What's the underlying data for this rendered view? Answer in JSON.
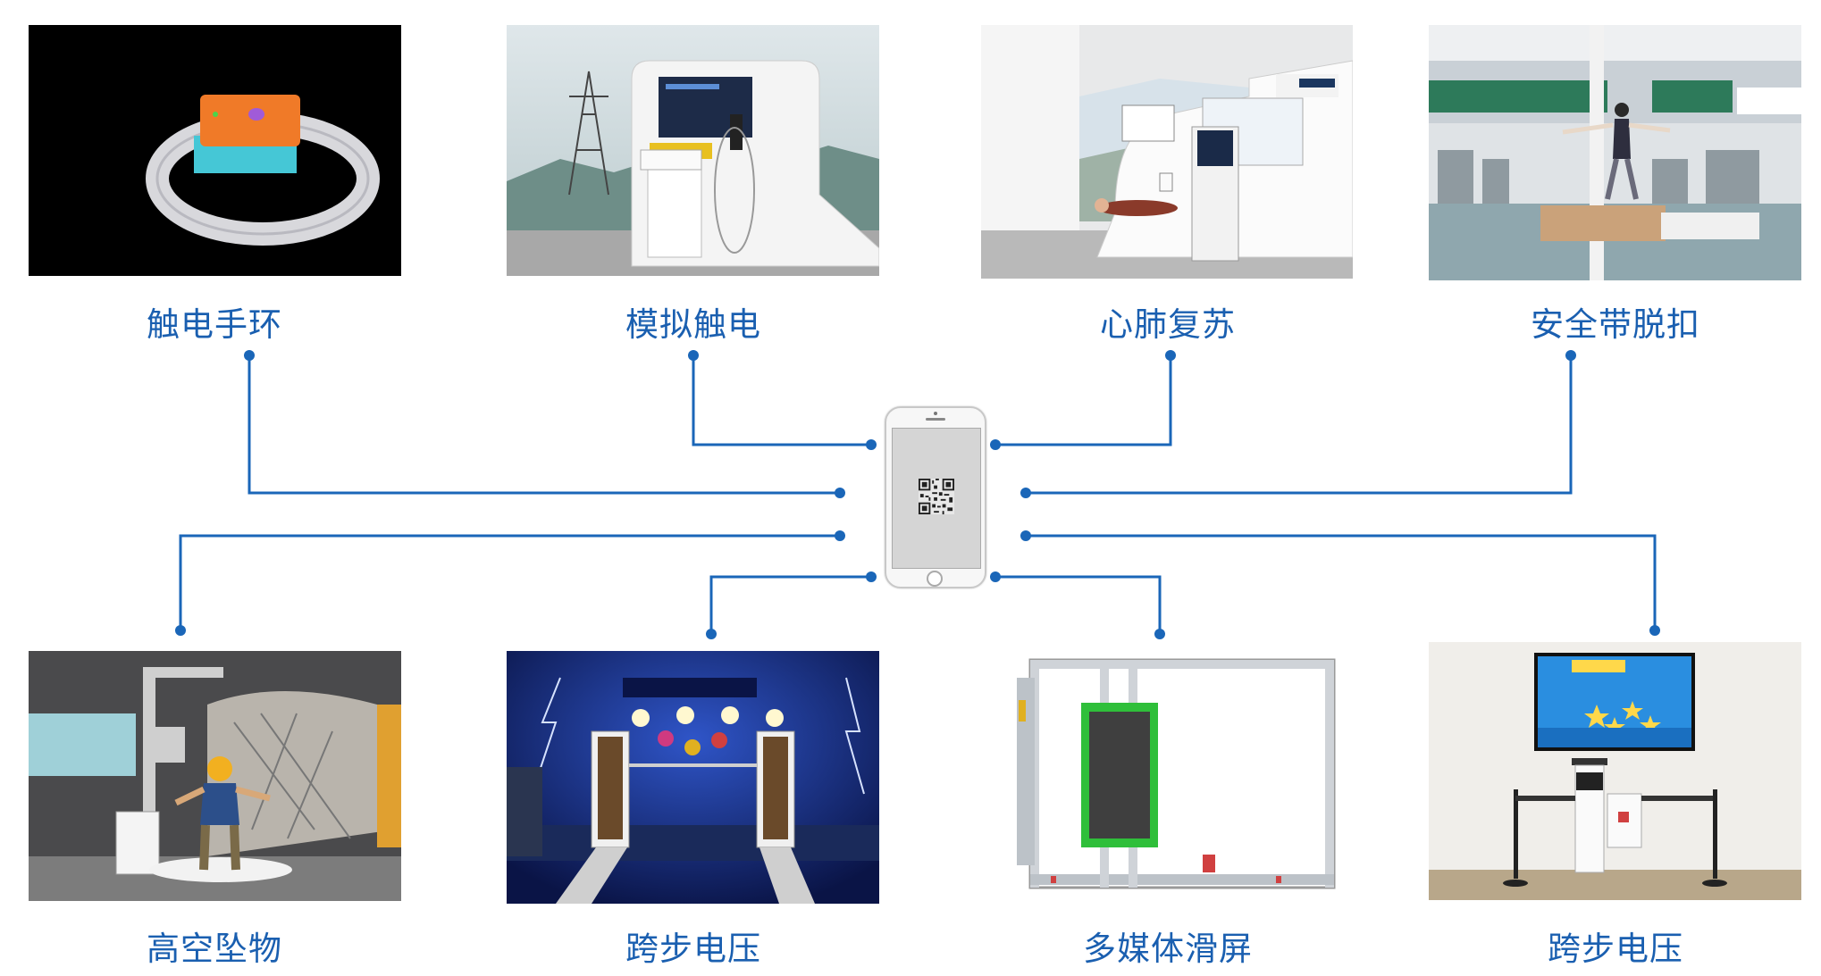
{
  "hub": {
    "name": "mobile-phone-qr-hub"
  },
  "colors": {
    "accent": "#1a66b8",
    "label": "#1a5fb0"
  },
  "modules_top": [
    {
      "label": "触电手环"
    },
    {
      "label": "模拟触电"
    },
    {
      "label": "心肺复苏"
    },
    {
      "label": "安全带脱扣"
    }
  ],
  "modules_bottom": [
    {
      "label": "高空坠物"
    },
    {
      "label": "跨步电压"
    },
    {
      "label": "多媒体滑屏"
    },
    {
      "label": "跨步电压"
    }
  ]
}
